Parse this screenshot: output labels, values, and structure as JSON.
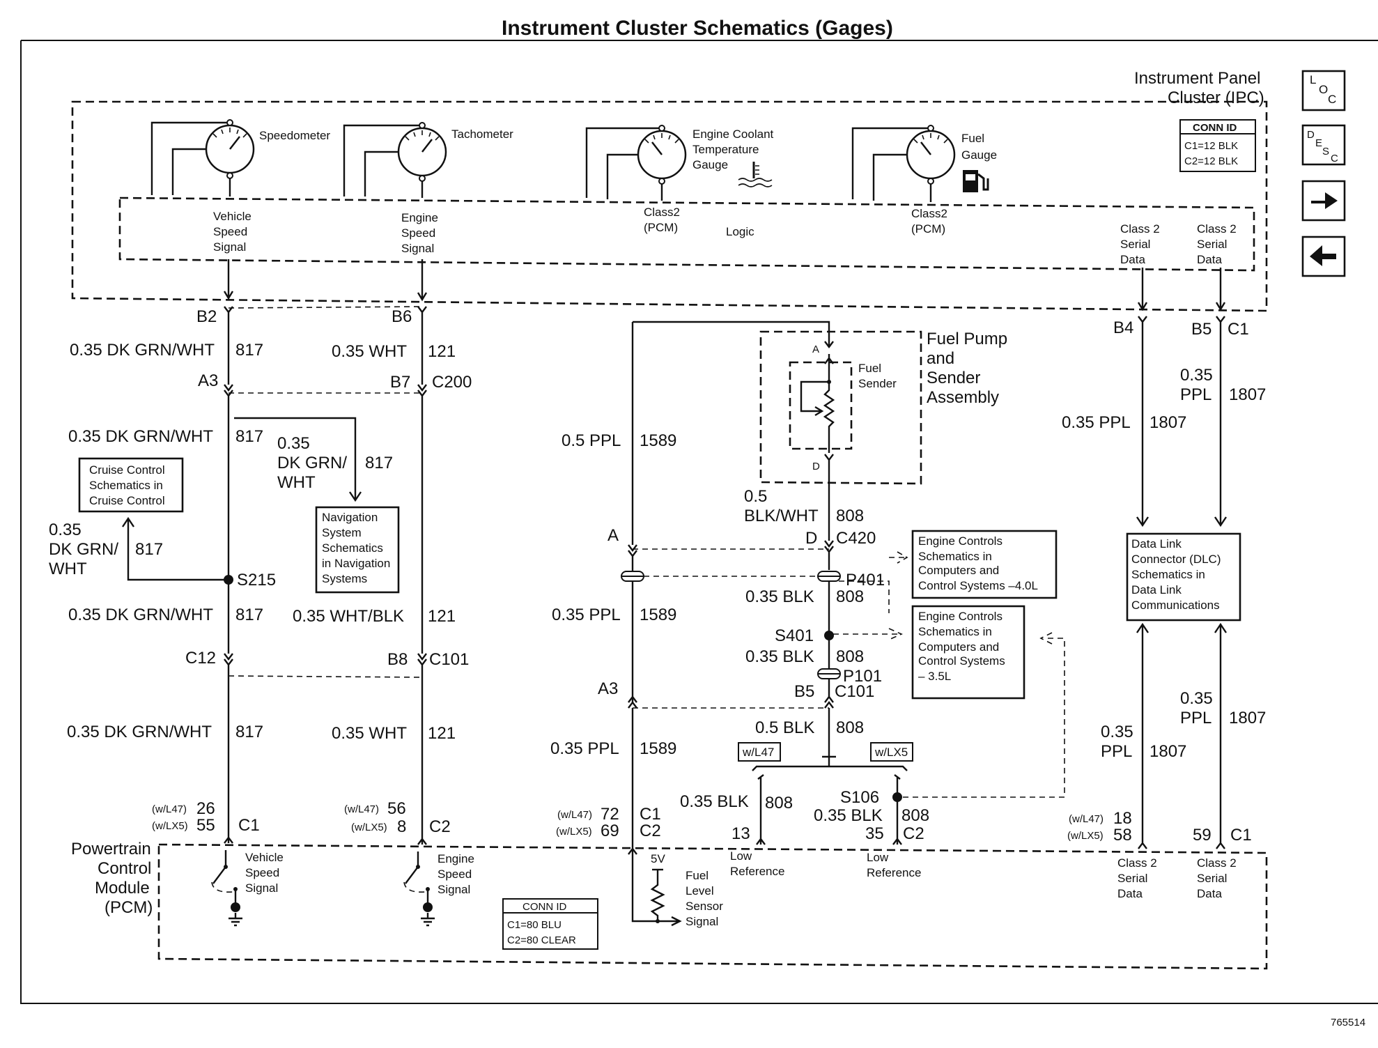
{
  "title": "Instrument Cluster Schematics (Gages)",
  "figure_number": "765514",
  "nav": {
    "loc": "LOC",
    "desc": "DESC",
    "next": "→",
    "prev": "←"
  },
  "ipc": {
    "name_line1": "Instrument Panel",
    "name_line2": "Cluster (IPC)",
    "conn_id": {
      "title": "CONN ID",
      "c1": "C1=12 BLK",
      "c2": "C2=12 BLK"
    },
    "gauges": {
      "speedometer": "Speedometer",
      "tachometer": "Tachometer",
      "coolant": [
        "Engine Coolant",
        "Temperature",
        "Gauge"
      ],
      "fuel": [
        "Fuel",
        "Gauge"
      ]
    },
    "signals": {
      "vss": [
        "Vehicle",
        "Speed",
        "Signal"
      ],
      "ess": [
        "Engine",
        "Speed",
        "Signal"
      ],
      "class2_pcm_a": [
        "Class2",
        "(PCM)"
      ],
      "logic": "Logic",
      "class2_pcm_b": [
        "Class2",
        "(PCM)"
      ],
      "serial_a": [
        "Class 2",
        "Serial",
        "Data"
      ],
      "serial_b": [
        "Class 2",
        "Serial",
        "Data"
      ]
    }
  },
  "wiring": {
    "b2": "B2",
    "b6": "B6",
    "b4": "B4",
    "b5": "B5",
    "c1_top": "C1",
    "w817_1_gauge": "0.35 DK GRN/WHT",
    "w817_1_num": "817",
    "w121_1_gauge": "0.35 WHT",
    "w121_1_num": "121",
    "a3": "A3",
    "b7": "B7",
    "c200": "C200",
    "w817_2_gauge": "0.35 DK GRN/WHT",
    "w817_2_num": "817",
    "w817_nav_gauge": [
      "0.35",
      "DK GRN/",
      "WHT"
    ],
    "w817_nav_num": "817",
    "w817_cc_gauge": [
      "0.35",
      "DK GRN/",
      "WHT"
    ],
    "w817_cc_num": "817",
    "cruise_box": [
      "Cruise Control",
      "Schematics in",
      "Cruise Control"
    ],
    "nav_box": [
      "Navigation",
      "System",
      "Schematics",
      "in Navigation",
      "Systems"
    ],
    "s215": "S215",
    "w817_3_gauge": "0.35 DK GRN/WHT",
    "w817_3_num": "817",
    "w121_2_gauge": "0.35 WHT/BLK",
    "w121_2_num": "121",
    "c12": "C12",
    "b8": "B8",
    "c101_left": "C101",
    "w817_4_gauge": "0.35 DK GRN/WHT",
    "w817_4_num": "817",
    "w121_3_gauge": "0.35 WHT",
    "w121_3_num": "121",
    "pin_vss_l47": "(w/L47)",
    "pin_vss_l47_num": "26",
    "pin_vss_lx5": "(w/LX5)",
    "pin_vss_lx5_num": "55",
    "pin_vss_conn": "C1",
    "pin_ess_l47": "(w/L47)",
    "pin_ess_l47_num": "56",
    "pin_ess_lx5": "(w/LX5)",
    "pin_ess_lx5_num": "8",
    "pin_ess_conn": "C2",
    "w1589_1_gauge": "0.5 PPL",
    "w1589_1_num": "1589",
    "fuel_pump": [
      "Fuel Pump",
      "and",
      "Sender",
      "Assembly"
    ],
    "fuel_sender": [
      "Fuel",
      "Sender"
    ],
    "pin_a_small": "A",
    "pin_d_small": "D",
    "w808_1_gauge": [
      "0.5",
      "BLK/WHT"
    ],
    "w808_1_num": "808",
    "a_conn": "A",
    "d_conn": "D",
    "c420": "C420",
    "p401": "P401",
    "w1589_2_gauge": "0.35 PPL",
    "w1589_2_num": "1589",
    "w808_2_gauge": "0.35 BLK",
    "w808_2_num": "808",
    "s401": "S401",
    "w808_3_gauge": "0.35 BLK",
    "w808_3_num": "808",
    "p101": "P101",
    "b5_mid": "B5",
    "c101_mid": "C101",
    "a3_mid": "A3",
    "w808_4_gauge": "0.5 BLK",
    "w808_4_num": "808",
    "w1589_3_gauge": "0.35 PPL",
    "w1589_3_num": "1589",
    "opt_l47": "w/L47",
    "opt_lx5": "w/LX5",
    "s106": "S106",
    "w808_5_gauge": "0.35 BLK",
    "w808_5_num": "808",
    "w808_6_gauge": "0.35 BLK",
    "w808_6_num": "808",
    "pin_fuel_l47": "(w/L47)",
    "pin_fuel_l47_num": "72",
    "pin_fuel_c1": "C1",
    "pin_fuel_lx5": "(w/LX5)",
    "pin_fuel_lx5_num": "69",
    "pin_fuel_c2": "C2",
    "pin_13": "13",
    "pin_35": "35",
    "pin_35_conn": "C2",
    "engine_box_40": [
      "Engine Controls",
      "Schematics in",
      "Computers  and",
      "Control Systems –4.0L"
    ],
    "engine_box_35": [
      "Engine Controls",
      "Schematics in",
      "Computers and",
      "Control Systems",
      " – 3.5L"
    ],
    "w1807_top_gauge": [
      "0.35",
      "PPL"
    ],
    "w1807_top_num": "1807",
    "w1807_left_gauge": "0.35 PPL",
    "w1807_left_num": "1807",
    "dlc_box": [
      "Data Link",
      "Connector (DLC)",
      "Schematics in",
      "Data Link",
      "Communications"
    ],
    "w1807_b_right_gauge": [
      "0.35",
      "PPL"
    ],
    "w1807_b_right_num": "1807",
    "w1807_b_left_gauge": [
      "0.35",
      "PPL"
    ],
    "w1807_b_left_num": "1807",
    "pin_dlc_l47": "(w/L47)",
    "pin_dlc_l47_num": "18",
    "pin_dlc_lx5": "(w/LX5)",
    "pin_dlc_lx5_num": "58",
    "pin_59": "59",
    "pin_59_conn": "C1"
  },
  "pcm": {
    "name": [
      "Powertrain",
      "Control",
      "Module",
      "(PCM)"
    ],
    "vss": [
      "Vehicle",
      "Speed",
      "Signal"
    ],
    "ess": [
      "Engine",
      "Speed",
      "Signal"
    ],
    "five_v": "5V",
    "fuel_level": [
      "Fuel",
      "Level",
      "Sensor",
      "Signal"
    ],
    "low_ref_a": [
      "Low",
      "Reference"
    ],
    "low_ref_b": [
      "Low",
      "Reference"
    ],
    "serial_a": [
      "Class 2",
      "Serial",
      "Data"
    ],
    "serial_b": [
      "Class 2",
      "Serial",
      "Data"
    ],
    "conn_id": {
      "title": "CONN ID",
      "c1": "C1=80 BLU",
      "c2": "C2=80 CLEAR"
    }
  }
}
